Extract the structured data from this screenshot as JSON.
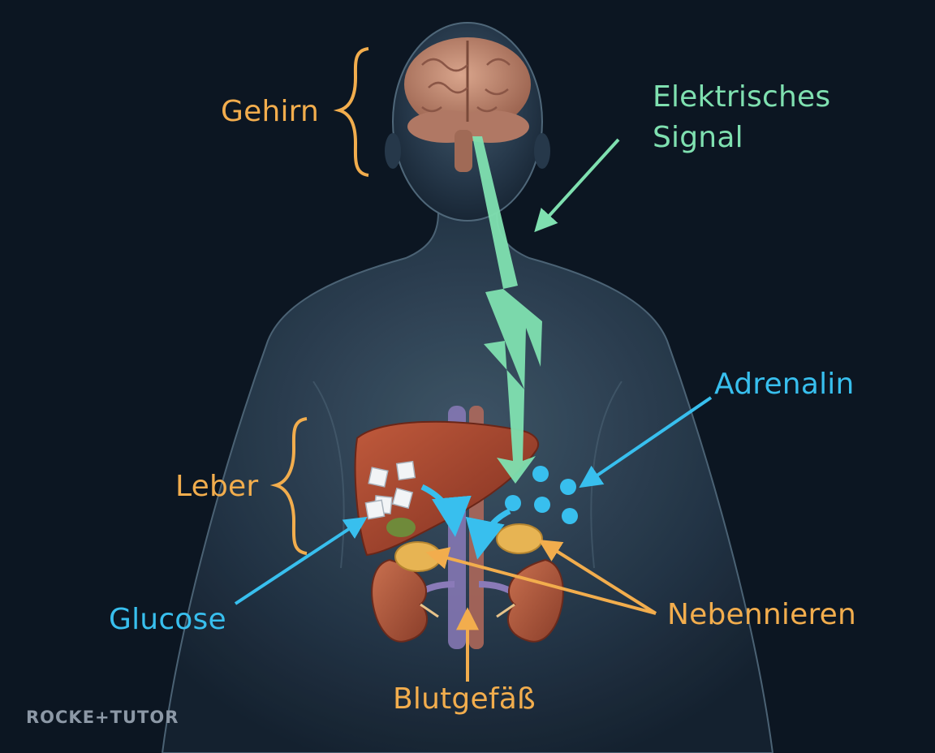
{
  "labels": {
    "brain": "Gehirn",
    "electric_signal_line1": "Elektrisches",
    "electric_signal_line2": "Signal",
    "adrenaline": "Adrenalin",
    "liver": "Leber",
    "glucose": "Glucose",
    "adrenal_glands": "Nebennieren",
    "blood_vessel": "Blutgefäß"
  },
  "brand": "ROCKE+TUTOR",
  "colors": {
    "background": "#0c1622",
    "body": "#2f4252",
    "label_orange": "#f2ad4d",
    "signal_green": "#7fe0b0",
    "hormone_blue": "#38bfee",
    "liver": "#a8432c",
    "kidney": "#b25a3e",
    "adrenal_gland": "#e7b453",
    "vessel": "#8a7ab8"
  },
  "icons": {
    "signal": "lightning-bolt-icon",
    "hormone": "dot-cluster-icon",
    "glucose": "sugar-cube-icon"
  }
}
